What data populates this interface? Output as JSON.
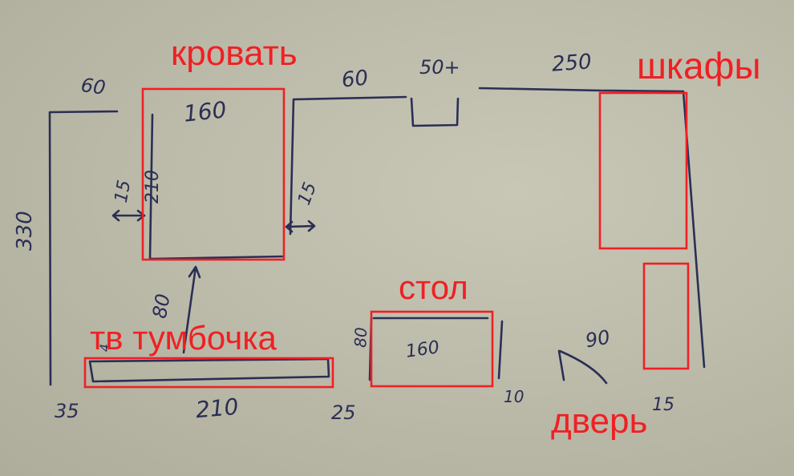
{
  "labels": {
    "bed": "кровать",
    "wardrobes": "шкафы",
    "desk": "стол",
    "tv_stand": "тв тумбочка",
    "door": "дверь"
  },
  "dimensions": {
    "left_wall_top": "60",
    "bed_width": "160",
    "bed_length": "210",
    "bed_gap_left": "15",
    "bed_gap_right": "15",
    "wall_top_middle": "60",
    "niche": "50+",
    "wall_top_right": "250",
    "room_height": "330",
    "bed_to_tv": "80",
    "tv_stand_depth": "4",
    "desk_depth": "80",
    "desk_width": "160",
    "door_width": "90",
    "bottom_left": "35",
    "bottom_tv": "210",
    "bottom_gap": "25",
    "bottom_desk_gap": "10",
    "bottom_right": "15"
  },
  "colors": {
    "ink": "#2b2f55",
    "annotation": "#ef2024",
    "paper": "#c4c3b1"
  }
}
